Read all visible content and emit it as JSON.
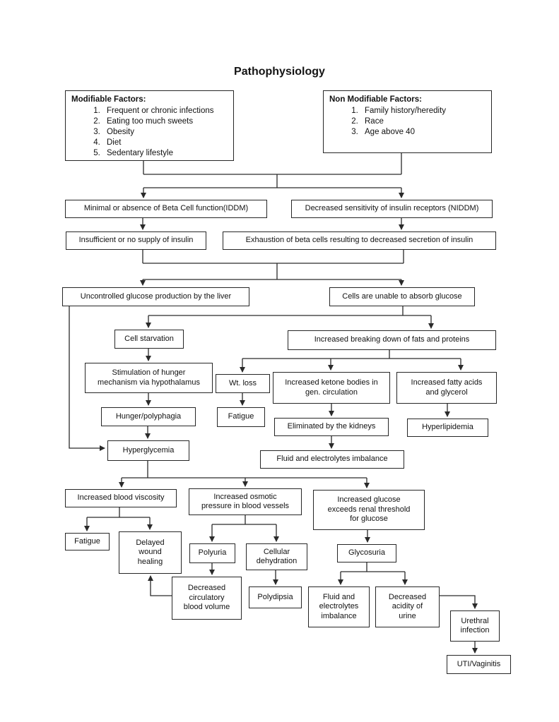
{
  "title": "Pathophysiology",
  "factors": {
    "modifiable": {
      "heading": "Modifiable Factors:",
      "items": [
        "Frequent or chronic infections",
        "Eating too much sweets",
        "Obesity",
        "Diet",
        "Sedentary lifestyle"
      ]
    },
    "non_modifiable": {
      "heading": "Non Modifiable Factors:",
      "items": [
        "Family history/heredity",
        "Race",
        "Age above 40"
      ]
    }
  },
  "nodes": {
    "iddm": {
      "text": "Minimal or absence of Beta Cell function(IDDM)"
    },
    "niddm": {
      "text": "Decreased sensitivity of insulin receptors (NIDDM)"
    },
    "insufficient_insulin": {
      "text": "Insufficient or no supply of insulin"
    },
    "beta_cell_exhaustion": {
      "text": "Exhaustion of beta cells resulting to decreased secretion of insulin"
    },
    "uncontrolled_glucose": {
      "text": "Uncontrolled glucose production by the liver"
    },
    "cells_unable": {
      "text": "Cells are unable to absorb glucose"
    },
    "cell_starvation": {
      "text": "Cell starvation"
    },
    "fat_protein_breakdown": {
      "text": "Increased breaking down of fats and proteins"
    },
    "hunger_stimulation": {
      "text": "Stimulation of hunger\nmechanism via hypothalamus"
    },
    "wt_loss": {
      "text": "Wt. loss"
    },
    "ketone_bodies": {
      "text": "Increased ketone bodies in\ngen. circulation"
    },
    "fatty_acids": {
      "text": "Increased fatty acids\nand glycerol"
    },
    "hunger_polyphagia": {
      "text": "Hunger/polyphagia"
    },
    "fatigue_1": {
      "text": "Fatigue"
    },
    "eliminated_kidneys": {
      "text": "Eliminated by the kidneys"
    },
    "hyperlipidemia": {
      "text": "Hyperlipidemia"
    },
    "hyperglycemia": {
      "text": "Hyperglycemia"
    },
    "fluid_imbalance_1": {
      "text": "Fluid and electrolytes imbalance"
    },
    "blood_viscosity": {
      "text": "Increased blood viscosity"
    },
    "osmotic_pressure": {
      "text": "Increased osmotic\npressure in blood vessels"
    },
    "renal_threshold": {
      "text": "Increased glucose\nexceeds renal threshold\nfor glucose"
    },
    "fatigue_2": {
      "text": "Fatigue"
    },
    "delayed_healing": {
      "text": "Delayed\nwound\nhealing"
    },
    "polyuria": {
      "text": "Polyuria"
    },
    "cellular_dehydration": {
      "text": "Cellular\ndehydration"
    },
    "glycosuria": {
      "text": "Glycosuria"
    },
    "decreased_circulatory": {
      "text": "Decreased\ncirculatory\nblood volume"
    },
    "polydipsia": {
      "text": "Polydipsia"
    },
    "fluid_imbalance_2": {
      "text": "Fluid and\nelectrolytes\nimbalance"
    },
    "urine_acidity": {
      "text": "Decreased\nacidity of\nurine"
    },
    "urethral_infection": {
      "text": "Urethral\ninfection"
    },
    "uti_vaginitis": {
      "text": "UTI/Vaginitis"
    }
  },
  "edges": [
    {
      "from": [
        "modifiable_factors",
        "non_modifiable_factors"
      ],
      "to": [
        "iddm",
        "niddm"
      ]
    },
    {
      "from": "iddm",
      "to": "insufficient_insulin"
    },
    {
      "from": "niddm",
      "to": "beta_cell_exhaustion"
    },
    {
      "from": [
        "insufficient_insulin",
        "beta_cell_exhaustion"
      ],
      "to": [
        "uncontrolled_glucose",
        "cells_unable"
      ]
    },
    {
      "from": "uncontrolled_glucose",
      "to": "hyperglycemia"
    },
    {
      "from": "cells_unable",
      "to": [
        "cell_starvation",
        "fat_protein_breakdown"
      ]
    },
    {
      "from": "cell_starvation",
      "to": "hunger_stimulation"
    },
    {
      "from": "hunger_stimulation",
      "to": "hunger_polyphagia"
    },
    {
      "from": "hunger_polyphagia",
      "to": "hyperglycemia"
    },
    {
      "from": "fat_protein_breakdown",
      "to": [
        "wt_loss",
        "ketone_bodies",
        "fatty_acids"
      ]
    },
    {
      "from": "wt_loss",
      "to": "fatigue_1"
    },
    {
      "from": "ketone_bodies",
      "to": "eliminated_kidneys"
    },
    {
      "from": "fatty_acids",
      "to": "hyperlipidemia"
    },
    {
      "from": "eliminated_kidneys",
      "to": "fluid_imbalance_1"
    },
    {
      "from": "hyperglycemia",
      "to": [
        "blood_viscosity",
        "osmotic_pressure",
        "renal_threshold"
      ]
    },
    {
      "from": "blood_viscosity",
      "to": [
        "fatigue_2",
        "delayed_healing"
      ]
    },
    {
      "from": "osmotic_pressure",
      "to": [
        "polyuria",
        "cellular_dehydration"
      ]
    },
    {
      "from": "polyuria",
      "to": "decreased_circulatory"
    },
    {
      "from": "decreased_circulatory",
      "to": "delayed_healing"
    },
    {
      "from": "cellular_dehydration",
      "to": "polydipsia"
    },
    {
      "from": "renal_threshold",
      "to": "glycosuria"
    },
    {
      "from": "glycosuria",
      "to": [
        "fluid_imbalance_2",
        "urine_acidity"
      ]
    },
    {
      "from": "urine_acidity",
      "to": "urethral_infection"
    },
    {
      "from": "urethral_infection",
      "to": "uti_vaginitis"
    }
  ]
}
